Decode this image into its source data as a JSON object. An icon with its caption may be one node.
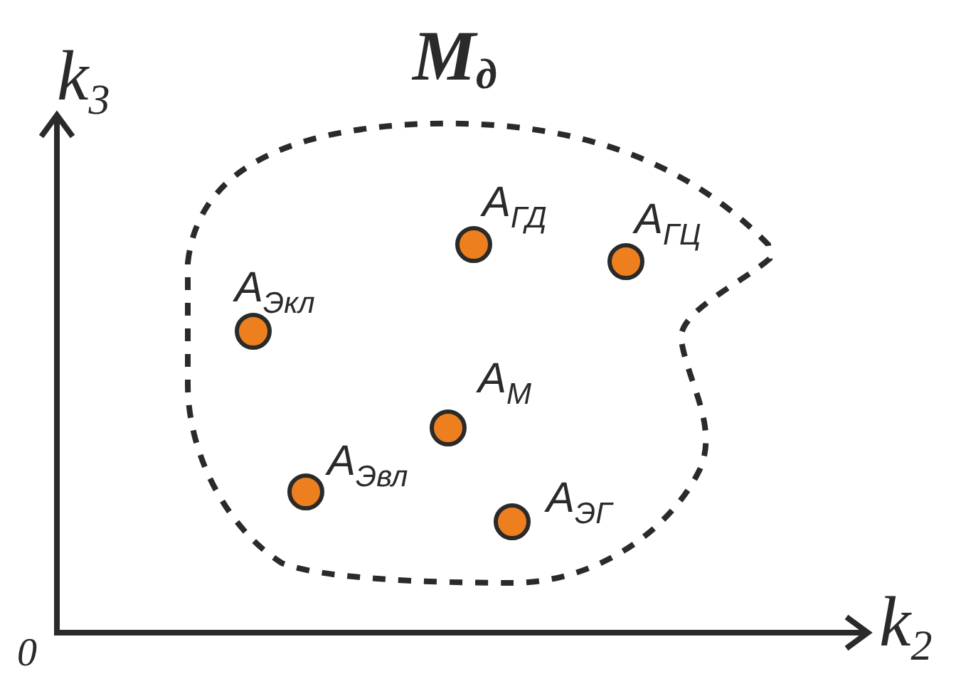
{
  "diagram": {
    "nodes": [
      {
        "text": [
          "M$_{д}$"
        ]
      },
      {
        "text": [
          "A$_{ГД}$"
        ],
        "in": 0
      },
      {
        "text": [
          "A$_{ГЦ}$"
        ],
        "in": 0
      },
      {
        "text": [
          "A$_{Экл}$"
        ],
        "in": 0
      },
      {
        "text": [
          "A$_{М}$"
        ],
        "in": 0
      },
      {
        "text": [
          "A$_{Эвл}$"
        ],
        "in": 0
      },
      {
        "text": [
          "A$_{ЭГ}$"
        ],
        "in": 0
      }
    ],
    "labels": [
      "k$_{3}$",
      "k$_{2}$",
      "0"
    ]
  }
}
